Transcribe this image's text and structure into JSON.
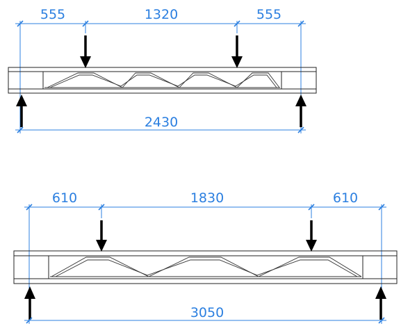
{
  "colors": {
    "dimension": "#2b7fe0",
    "beam": "#222222",
    "arrow": "#000000"
  },
  "beam1": {
    "dims": {
      "left_shear": "555",
      "middle": "1320",
      "right_shear": "555",
      "span": "2430"
    },
    "spans_mm": [
      555,
      1320,
      555
    ],
    "total_mm": 2430
  },
  "beam2": {
    "dims": {
      "left_shear": "610",
      "middle": "1830",
      "right_shear": "610",
      "span": "3050"
    },
    "spans_mm": [
      610,
      1830,
      610
    ],
    "total_mm": 3050
  }
}
